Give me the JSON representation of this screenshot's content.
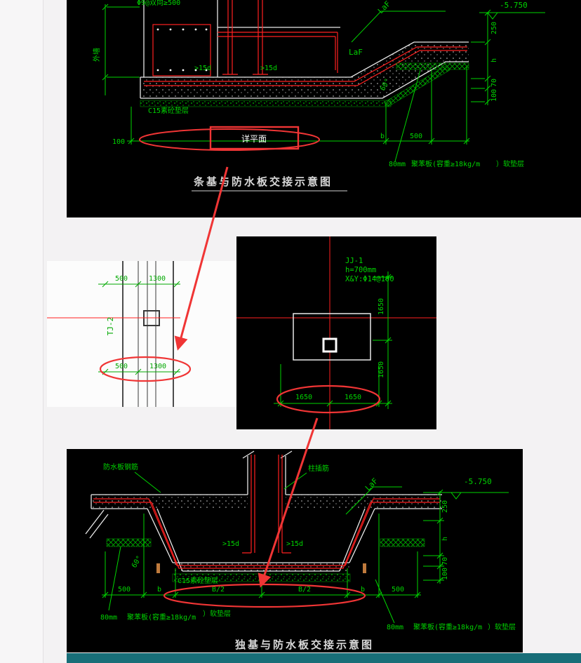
{
  "window": {
    "background": "#f3f2f3",
    "taskbar_color": "#186e78"
  },
  "colors": {
    "cad_green": "#00d400",
    "cad_green_dark": "#00a800",
    "cad_red": "#ff2020",
    "markup_red": "#f03535",
    "cad_white": "#e8e8e8"
  },
  "top_detail": {
    "title": "条基与防水板交接示意图",
    "wall_rebar_note": "Φ9@双向≥500",
    "wall_label": "外墙",
    "laf_diagonal": "LaF",
    "laf_horizontal": "LaF",
    "level_mark": "-5.750",
    "right_dims": [
      "250",
      "h",
      "70",
      "100"
    ],
    "anchor_left": ">15d",
    "anchor_right": ">15d",
    "slope_angle": "60°",
    "cushion_label": "C15素砼垫层",
    "bottom_dims": {
      "left_100": "100",
      "b": "b",
      "right_500": "500"
    },
    "plan_ref_tag": "详平面",
    "leader": {
      "thickness": "80mm",
      "material": "聚苯板(容重≥18kg/m",
      "suffix": "）软垫层"
    }
  },
  "strip_plan": {
    "axis_tag": "TJ-2",
    "top_dims": [
      "500",
      "1300"
    ],
    "bottom_dims": [
      "500",
      "1300"
    ]
  },
  "footing_plan": {
    "callout": {
      "name": "JJ-1",
      "height": "h=700mm",
      "rebar": "X&Y:Φ14@100"
    },
    "right_dims": [
      "1650",
      "1650"
    ],
    "bottom_dims": [
      "1650",
      "1650"
    ]
  },
  "bottom_detail": {
    "title": "独基与防水板交接示意图",
    "slab_rebar_label": "防水板钢筋",
    "column_dowel_label": "柱插筋",
    "level_mark": "-5.750",
    "laf": "LaF",
    "right_dims": [
      "250",
      "h",
      "70",
      "100"
    ],
    "anchor_left": ">15d",
    "anchor_right": ">15d",
    "slope_angle": "60°",
    "cushion_label": "C15素砼垫层",
    "bottom_dims": [
      "500",
      "b",
      "B/2",
      "B/2",
      "b",
      "500"
    ],
    "leader_left": {
      "thickness": "80mm",
      "material": "聚苯板(容重≥18kg/m",
      "suffix": "）软垫层"
    },
    "leader_right": {
      "thickness": "80mm",
      "material": "聚苯板(容重≥18kg/m",
      "suffix": "）软垫层"
    }
  }
}
